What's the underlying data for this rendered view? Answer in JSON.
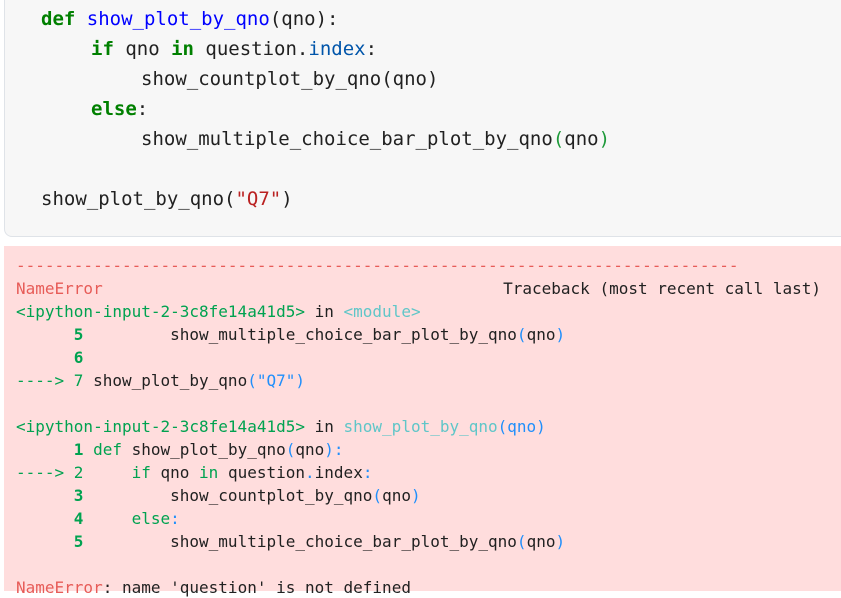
{
  "code": {
    "def_kw": "def",
    "fn_name": "show_plot_by_qno",
    "fn_args": "(qno):",
    "if_kw": "if",
    "if_var": " qno ",
    "in_kw": "in",
    "if_obj": " question.",
    "if_attr": "index",
    "if_colon": ":",
    "call_countplot": "show_countplot_by_qno(qno)",
    "else_kw": "else",
    "else_colon": ":",
    "call_multi_name": "show_multiple_choice_bar_plot_by_qno",
    "call_multi_open": "(",
    "call_multi_arg": "qno",
    "call_multi_close": ")",
    "final_call_name": "show_plot_by_qno(",
    "final_call_str": "\"Q7\"",
    "final_call_close": ")"
  },
  "traceback": {
    "dashes": "---------------------------------------------------------------------------",
    "error_name": "NameError",
    "header_right": "Traceback (most recent call last)",
    "frame1": {
      "location": "<ipython-input-2-3c8fe14a41d5>",
      "in_word": " in ",
      "scope": "<module>",
      "lines": [
        {
          "num": "5",
          "prefix": "      ",
          "text": "         show_multiple_choice_bar_plot_by_qno",
          "paren_open": "(",
          "arg": "qno",
          "paren_close": ")"
        },
        {
          "num": "6",
          "prefix": "      ",
          "text": ""
        },
        {
          "arrow": "----> 7",
          "text": " show_plot_by_qno",
          "paren_open": "(",
          "arg": "\"Q7\"",
          "paren_close": ")"
        }
      ]
    },
    "frame2": {
      "location": "<ipython-input-2-3c8fe14a41d5>",
      "in_word": " in ",
      "scope": "show_plot_by_qno",
      "scope_args": "(qno)",
      "lines": [
        {
          "num": "1",
          "kw": "def",
          "text": " show_plot_by_qno",
          "paren_open": "(",
          "arg": "qno",
          "paren_close": "):"
        },
        {
          "arrow": "----> 2",
          "kw": "if",
          "text": " qno ",
          "kw2": "in",
          "text2": " question",
          "dot": ".",
          "text3": "index",
          "colon": ":"
        },
        {
          "num": "3",
          "text": "         show_countplot_by_qno",
          "paren_open": "(",
          "arg": "qno",
          "paren_close": ")"
        },
        {
          "num": "4",
          "kw": "else",
          "colon": ":"
        },
        {
          "num": "5",
          "text": "         show_multiple_choice_bar_plot_by_qno",
          "paren_open": "(",
          "arg": "qno",
          "paren_close": ")"
        }
      ]
    },
    "final_error_name": "NameError",
    "final_error_msg": ": name 'question' is not defined"
  }
}
